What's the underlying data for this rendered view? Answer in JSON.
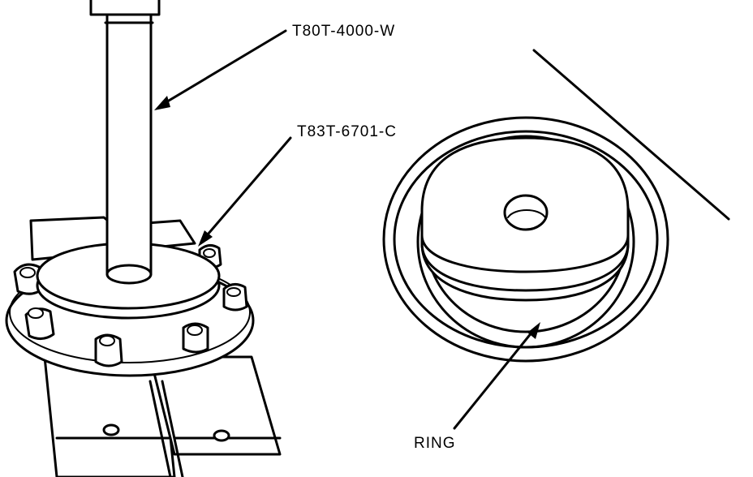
{
  "labels": {
    "tool_upper": "T80T-4000-W",
    "tool_lower": "T83T-6701-C",
    "ring": "RING"
  }
}
